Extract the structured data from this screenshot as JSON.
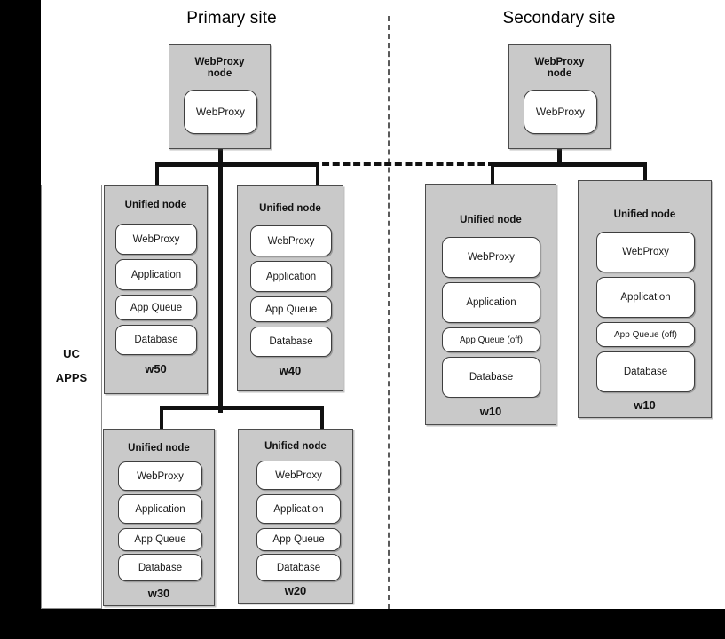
{
  "canvas": {
    "background": "#ffffff",
    "outer_background": "#000000",
    "node_fill": "#c9c9c9",
    "pill_fill": "#ffffff",
    "line_color": "#111111"
  },
  "sites": {
    "primary": {
      "title": "Primary site"
    },
    "secondary": {
      "title": "Secondary site"
    }
  },
  "side_panel": {
    "label": "UC\nAPPS"
  },
  "proxy_nodes": [
    {
      "id": "primary-webproxy-node",
      "title": "WebProxy\nnode",
      "component": "WebProxy"
    },
    {
      "id": "secondary-webproxy-node",
      "title": "WebProxy\nnode",
      "component": "WebProxy"
    }
  ],
  "unified_nodes": [
    {
      "id": "w50",
      "site": "primary",
      "title": "Unified node",
      "footer": "w50",
      "components": [
        "WebProxy",
        "Application",
        "App  Queue",
        "Database"
      ]
    },
    {
      "id": "w40",
      "site": "primary",
      "title": "Unified node",
      "footer": "w40",
      "components": [
        "WebProxy",
        "Application",
        "App Queue",
        "Database"
      ]
    },
    {
      "id": "w30",
      "site": "primary",
      "title": "Unified node",
      "footer": "w30",
      "components": [
        "WebProxy",
        "Application",
        "App Queue",
        "Database"
      ]
    },
    {
      "id": "w20",
      "site": "primary",
      "title": "Unified node",
      "footer": "w20",
      "components": [
        "WebProxy",
        "Application",
        "App Queue",
        "Database"
      ]
    },
    {
      "id": "w10-left",
      "site": "secondary",
      "title": "Unified node",
      "footer": "w10",
      "components": [
        "WebProxy",
        "Application",
        "App Queue (off)",
        "Database"
      ]
    },
    {
      "id": "w10-right",
      "site": "secondary",
      "title": "Unified node",
      "footer": "w10",
      "components": [
        "WebProxy",
        "Application",
        "App Queue (off)",
        "Database"
      ]
    }
  ]
}
